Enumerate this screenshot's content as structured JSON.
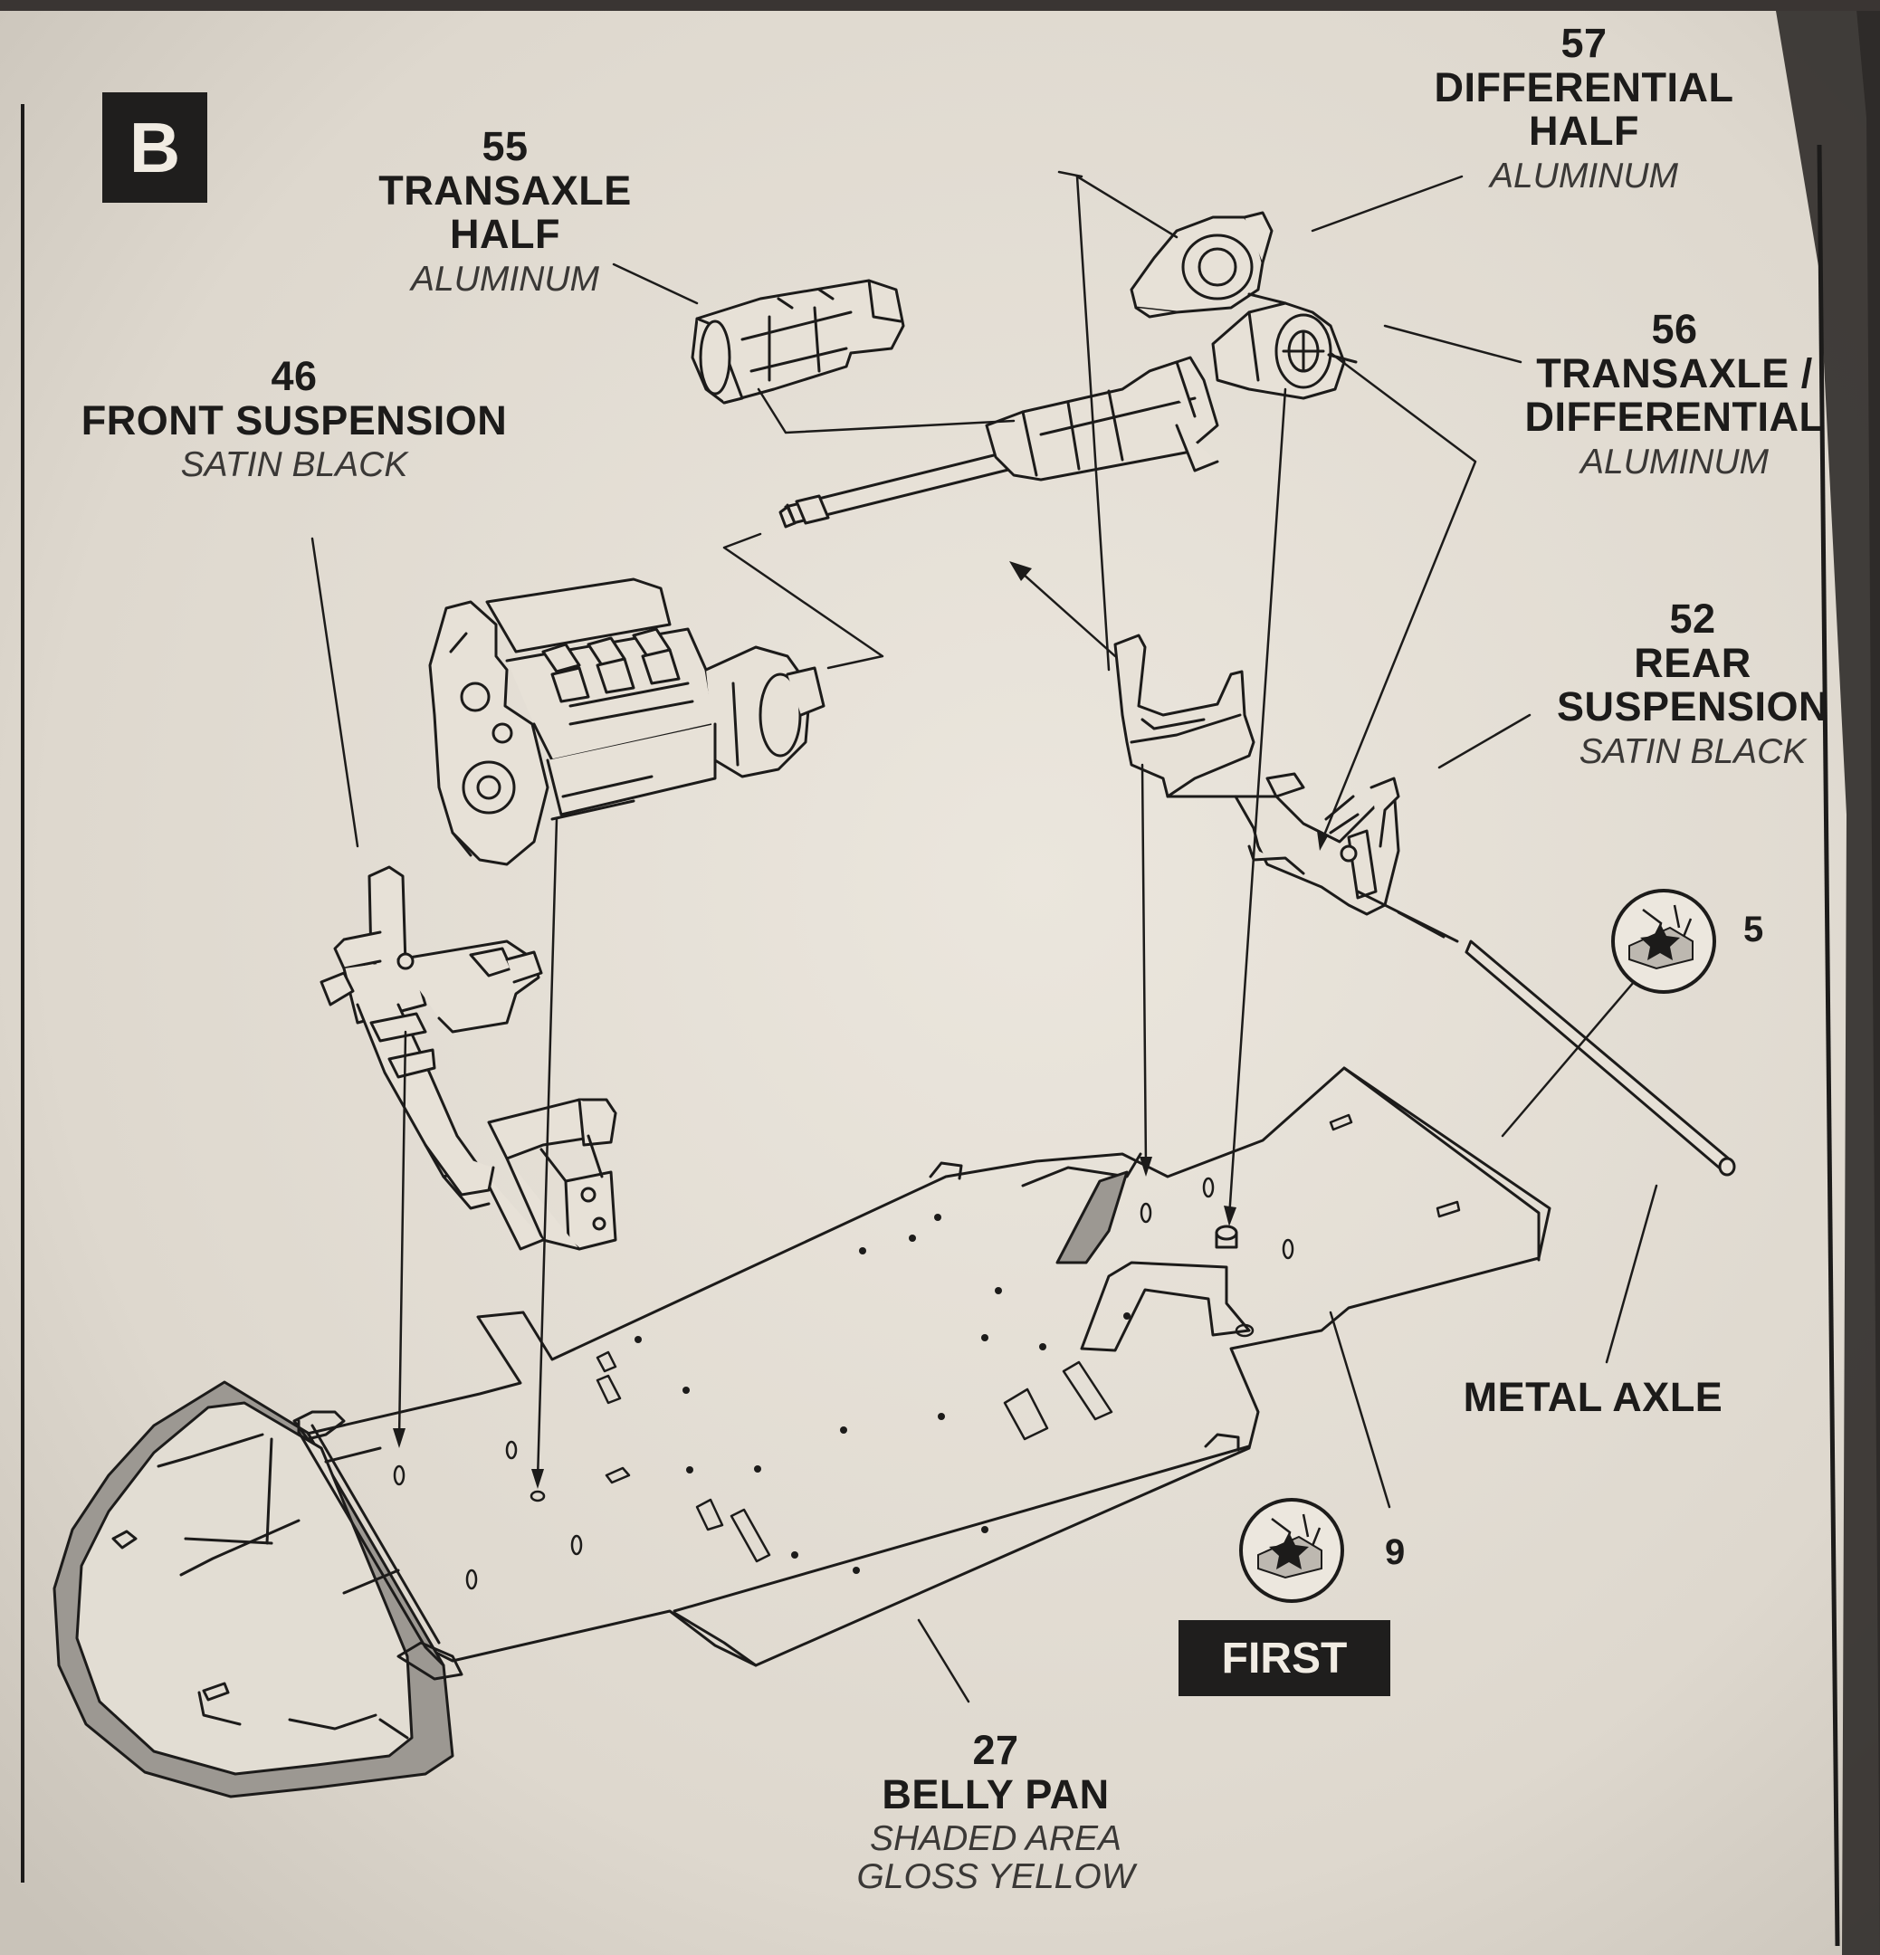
{
  "step": {
    "letter": "B",
    "first_label": "FIRST"
  },
  "parts": [
    {
      "id": "p57",
      "number": "57",
      "name_lines": [
        "DIFFERENTIAL",
        "HALF"
      ],
      "finish_lines": [
        "ALUMINUM"
      ]
    },
    {
      "id": "p55",
      "number": "55",
      "name_lines": [
        "TRANSAXLE",
        "HALF"
      ],
      "finish_lines": [
        "ALUMINUM"
      ]
    },
    {
      "id": "p56",
      "number": "56",
      "name_lines": [
        "TRANSAXLE /",
        "DIFFERENTIAL"
      ],
      "finish_lines": [
        "ALUMINUM"
      ]
    },
    {
      "id": "p46",
      "number": "46",
      "name_lines": [
        "FRONT SUSPENSION"
      ],
      "finish_lines": [
        "SATIN BLACK"
      ]
    },
    {
      "id": "p52",
      "number": "52",
      "name_lines": [
        "REAR",
        "SUSPENSION"
      ],
      "finish_lines": [
        "SATIN BLACK"
      ]
    },
    {
      "id": "axle",
      "number": "",
      "name_lines": [
        "METAL AXLE"
      ],
      "finish_lines": []
    },
    {
      "id": "p27",
      "number": "27",
      "name_lines": [
        "BELLY PAN"
      ],
      "finish_lines": [
        "SHADED AREA",
        "GLOSS YELLOW"
      ]
    }
  ],
  "detail_refs": [
    {
      "id": "ref5",
      "number": "5"
    },
    {
      "id": "ref9",
      "number": "9"
    }
  ],
  "colors": {
    "paper": "#e7e1d7",
    "ink": "#1c1b1a",
    "shade": "#9c9892"
  }
}
